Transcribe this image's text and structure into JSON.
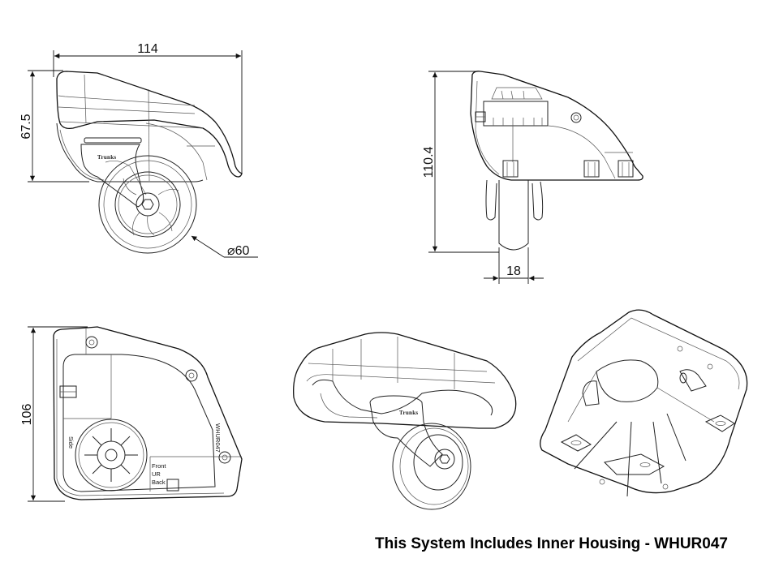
{
  "drawing": {
    "title": "Spinner wheel caster technical drawing",
    "brand_logo": "Trunks",
    "part_number": "WHUR047",
    "views": [
      {
        "id": "side-view",
        "dimensions": {
          "overall_length": "114",
          "height": "67.5",
          "wheel_diameter": "60",
          "diameter_symbol": "⌀"
        }
      },
      {
        "id": "rear-view",
        "dimensions": {
          "overall_height": "110.4",
          "wheel_width": "18"
        }
      },
      {
        "id": "inner-housing-top-view",
        "dimensions": {
          "height": "106"
        },
        "labels": {
          "side": "Side",
          "front": "Front",
          "ur": "UR",
          "back": "Back",
          "part_number": "WHUR047"
        }
      },
      {
        "id": "perspective-view"
      },
      {
        "id": "inner-housing-perspective-view"
      }
    ],
    "caption": "This System Includes Inner Housing - WHUR047"
  }
}
